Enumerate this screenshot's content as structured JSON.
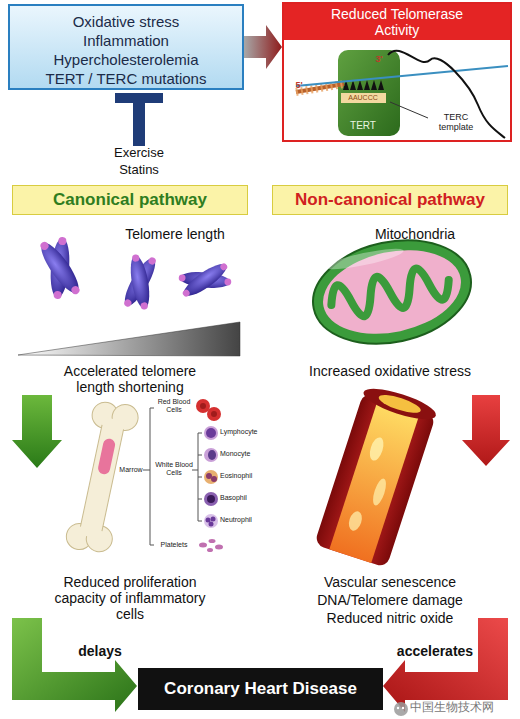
{
  "diagram": {
    "nodes": [
      {
        "text": [
          "Oxidative stress",
          "Inflammation",
          "Hypercholesterolemia",
          "TERT / TERC mutations"
        ]
      },
      {
        "text": [
          "Reduced Telomerase Activity"
        ]
      },
      {
        "text": [
          "Canonical pathway"
        ]
      },
      {
        "text": [
          "Non-canonical pathway"
        ]
      },
      {
        "text": [
          "Coronary Heart Disease"
        ]
      }
    ],
    "edges": [
      {
        "from": 0,
        "to": 1,
        "arrow": "to"
      }
    ],
    "labels": [
      "Exercise",
      "Statins",
      "5'",
      "3'",
      "AAUCCC",
      "TERT",
      "TERC template",
      "Telomere length",
      "Mitochondria",
      "Accelerated telomere length shortening",
      "Increased oxidative stress",
      "Red Blood Cells",
      "Marrow",
      "White Blood Cells",
      "Lymphocyte",
      "Monocyte",
      "Eosinophil",
      "Basophil",
      "Neutrophil",
      "Platelets",
      "Reduced proliferation capacity of inflammatory cells",
      "Vascular senescence",
      "DNA/Telomere damage",
      "Reduced nitric oxide",
      "delays",
      "accelerates",
      "中国生物技术网"
    ]
  }
}
